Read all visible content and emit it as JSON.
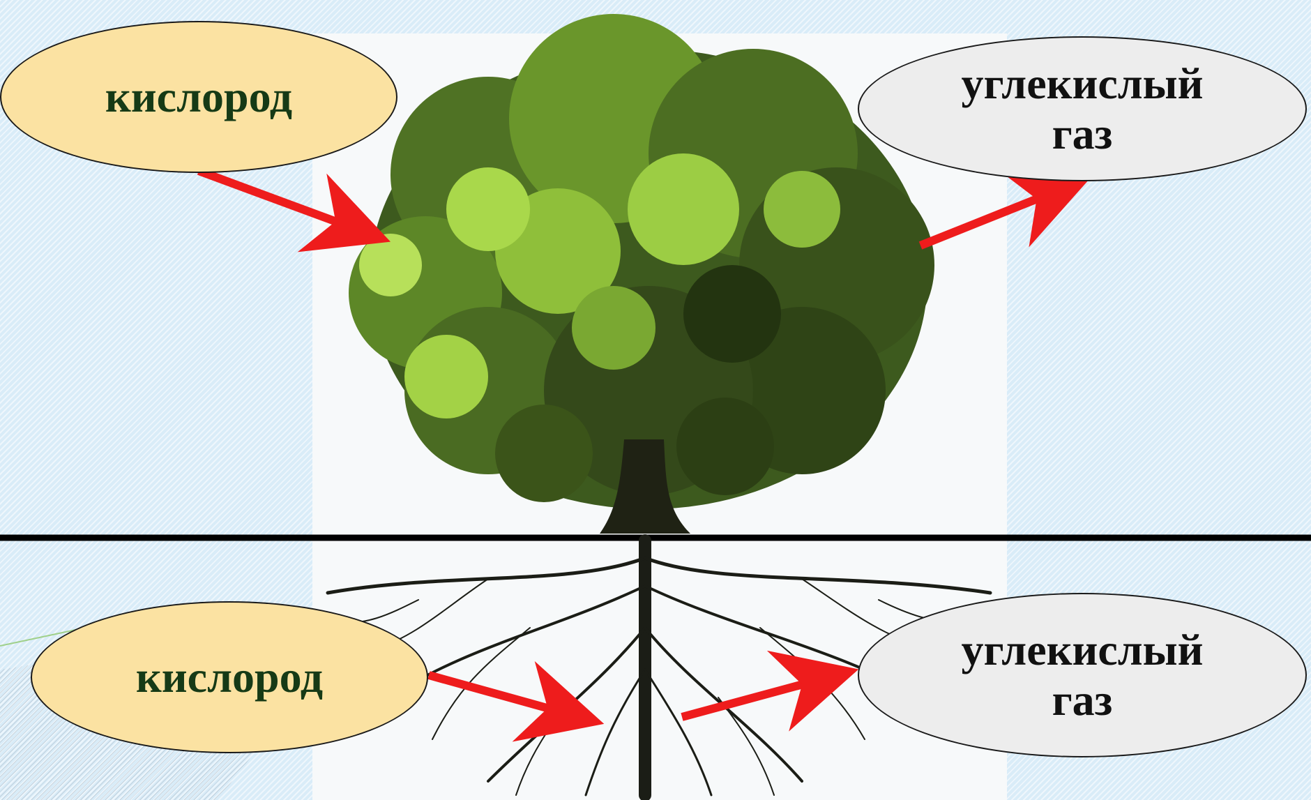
{
  "labels": {
    "top_left": "кислород",
    "top_right_line1": "углекислый",
    "top_right_line2": "газ",
    "bottom_left": "кислород",
    "bottom_right_line1": "углекислый",
    "bottom_right_line2": "газ"
  },
  "colors": {
    "oxygen_fill": "#fbe2a2",
    "oxygen_text": "#163a16",
    "co2_fill": "#ededed",
    "arrow": "#ee1c1c",
    "ground_line": "#000000"
  },
  "icons": [
    "tree-crown",
    "tree-trunk",
    "tree-roots",
    "arrow-in",
    "arrow-out"
  ]
}
